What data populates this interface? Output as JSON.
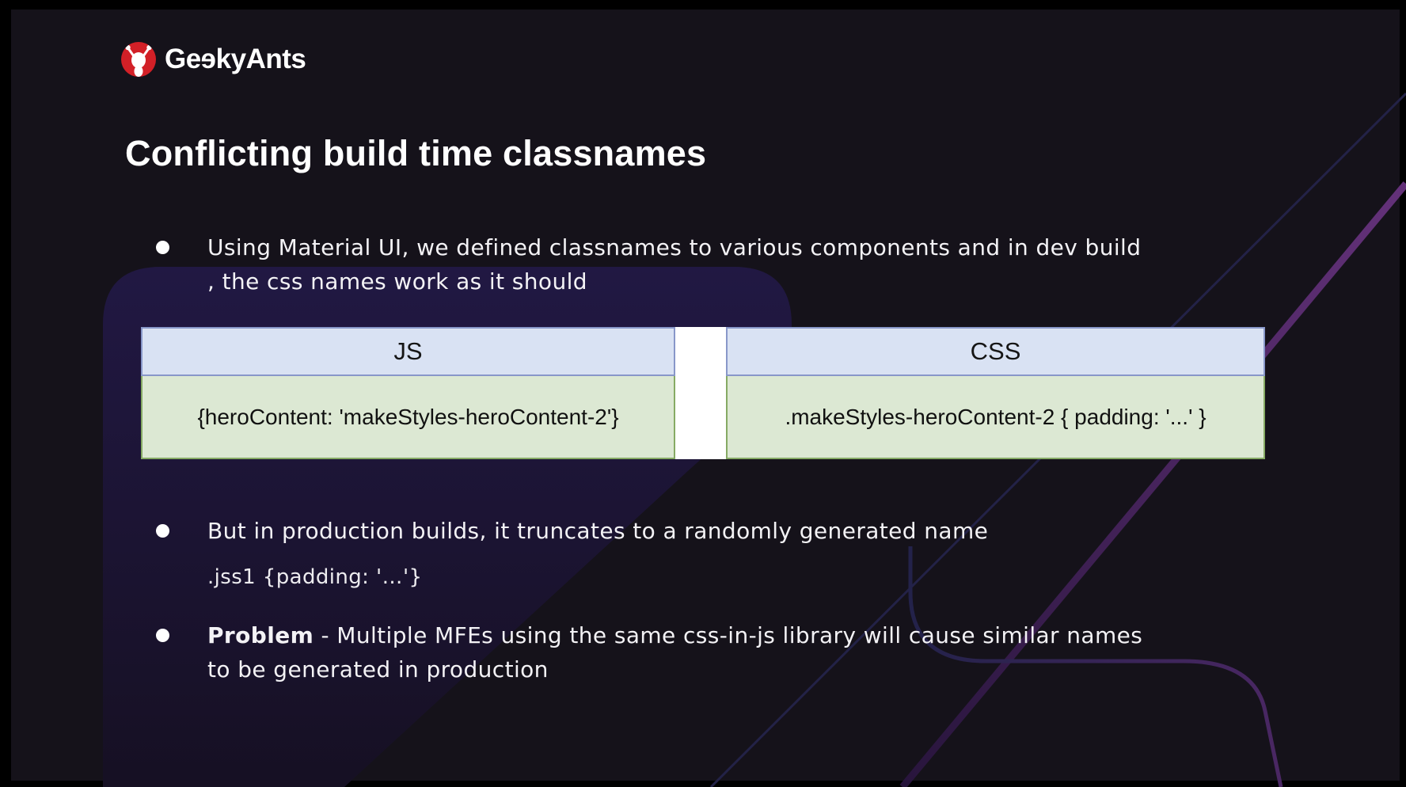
{
  "brand": {
    "prefix": "Ge",
    "flipped_char": "e",
    "suffix": "kyAnts",
    "logo_icon": "ant-in-red-circle-icon"
  },
  "slide": {
    "title": "Conflicting build time classnames",
    "bullet1": {
      "line1": "Using Material UI, we defined classnames to various components and in dev build",
      "line2": ", the css names work as it should"
    },
    "bullet2": {
      "text": "But in production builds, it truncates to a randomly generated name"
    },
    "code_line": ".jss1 {padding: '…'}",
    "bullet3": {
      "bold": "Problem",
      "rest": " - Multiple MFEs using the same css-in-js library will cause similar names",
      "line2": "to be generated in production"
    }
  },
  "tables": {
    "js": {
      "header": "JS",
      "code": "{heroContent: 'makeStyles-heroContent-2'}"
    },
    "css": {
      "header": "CSS",
      "code": ".makeStyles-heroContent-2 { padding: '...' }"
    }
  },
  "colors": {
    "background": "#15121a",
    "frame": "#000000",
    "accent_red": "#d22027",
    "table_header_bg": "#d9e2f3",
    "table_header_border": "#8897c9",
    "table_body_bg": "#dce8d3",
    "table_body_border": "#86aa64",
    "decoration_purple": "#6d3585",
    "decoration_navy": "#232247"
  }
}
